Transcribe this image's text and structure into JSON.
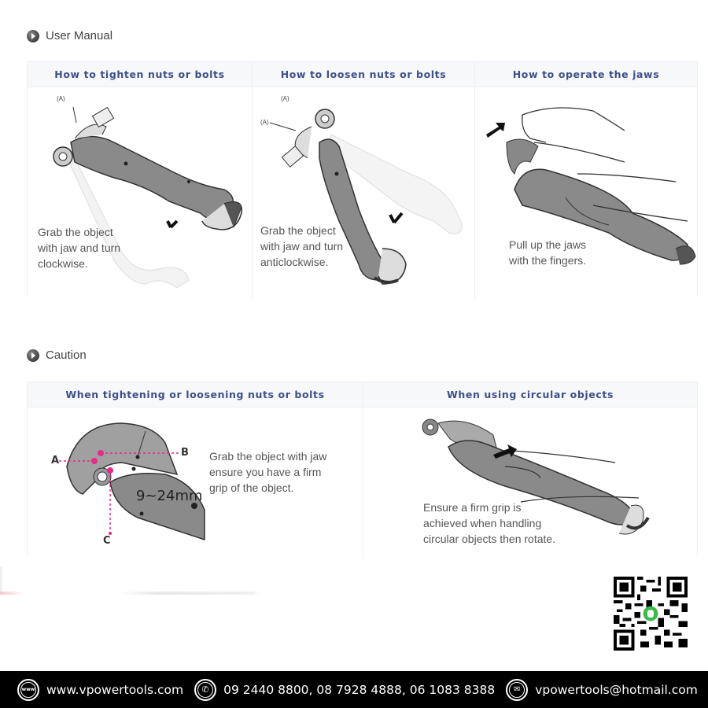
{
  "user_manual": {
    "title": "User Manual",
    "columns": [
      {
        "heading": "How to tighten nuts or bolts",
        "caption": "Grab the object\nwith jaw and turn\nclockwise.",
        "label_a": "(A)"
      },
      {
        "heading": "How to loosen nuts or bolts",
        "caption": "Grab the object\nwith jaw and turn\nanticlockwise.",
        "label_a_top": "(A)",
        "label_a_side": "(A)"
      },
      {
        "heading": "How to operate the jaws",
        "caption": "Pull up the jaws\nwith the fingers."
      }
    ]
  },
  "caution": {
    "title": "Caution",
    "columns": [
      {
        "heading": "When tightening or loosening nuts or bolts",
        "caption": "Grab the object with jaw\nensure you have a firm\ngrip of the object.",
        "labels": [
          "A",
          "B",
          "C"
        ],
        "wrench_size": "9~24mm"
      },
      {
        "heading": "When using circular objects",
        "caption": "Ensure a firm grip is\nachieved when handling\ncircular objects then rotate."
      }
    ]
  },
  "colors": {
    "heading_text": "#3d4f8a",
    "guide_pink": "#e8288a",
    "footer_bg": "#000000",
    "qr_badge": "#3dbb4a"
  },
  "footer": {
    "website_icon": "www-icon",
    "website": "www.vpowertools.com",
    "phone_icon": "phone-icon",
    "phones": "09 2440 8800, 08 7928 4888, 06 1083 8388",
    "email_icon": "mail-icon",
    "email": "vpowertools@hotmail.com"
  }
}
